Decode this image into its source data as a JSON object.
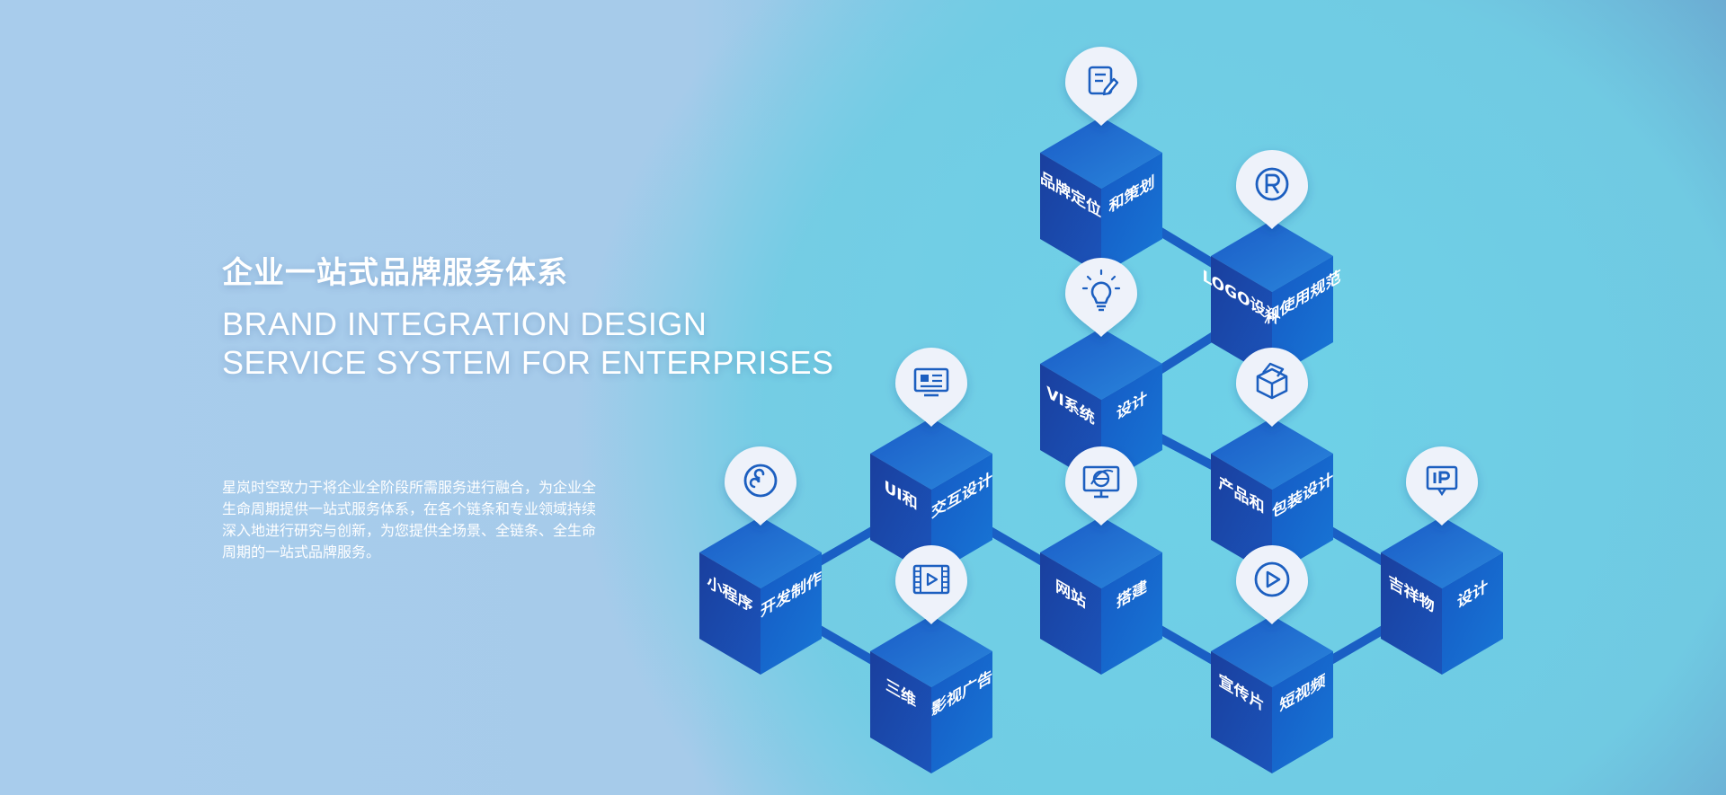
{
  "heading": {
    "title_cn": "企业一站式品牌服务体系",
    "title_en_line1": "BRAND INTEGRATION DESIGN",
    "title_en_line2": "SERVICE SYSTEM FOR ENTERPRISES"
  },
  "description": "星岚时空致力于将企业全阶段所需服务进行融合，为企业全生命周期提供一站式服务体系，在各个链条和专业领域持续深入地进行研究与创新，为您提供全场景、全链条、全生命周期的一站式品牌服务。",
  "services": [
    {
      "id": "brand",
      "left": "品牌定位",
      "right": "和策划",
      "icon": "document-edit-icon"
    },
    {
      "id": "logo",
      "left": "LOGO设计",
      "right": "和使用规范",
      "icon": "registered-mark-icon"
    },
    {
      "id": "vi",
      "left": "VI系统",
      "right": "设计",
      "icon": "lightbulb-icon"
    },
    {
      "id": "package",
      "left": "产品和",
      "right": "包装设计",
      "icon": "box-icon"
    },
    {
      "id": "ui",
      "left": "UI和",
      "right": "交互设计",
      "icon": "ui-window-icon"
    },
    {
      "id": "website",
      "left": "网站",
      "right": "搭建",
      "icon": "browser-monitor-icon"
    },
    {
      "id": "mascot",
      "left": "吉祥物",
      "right": "设计",
      "icon": "ip-sign-icon"
    },
    {
      "id": "miniapp",
      "left": "小程序",
      "right": "开发制作",
      "icon": "mini-program-icon"
    },
    {
      "id": "ad3d",
      "left": "三维",
      "right": "影视广告",
      "icon": "film-icon"
    },
    {
      "id": "video",
      "left": "宣传片",
      "right": "短视频",
      "icon": "play-icon"
    }
  ],
  "colors": {
    "cube_top": "#1e6fd0",
    "cube_left": "#1b4fb3",
    "cube_right": "#1560c8",
    "connector": "#1a5fc4",
    "pin": "#eef2fa",
    "icon": "#1c5fc0",
    "text": "#ffffff"
  }
}
